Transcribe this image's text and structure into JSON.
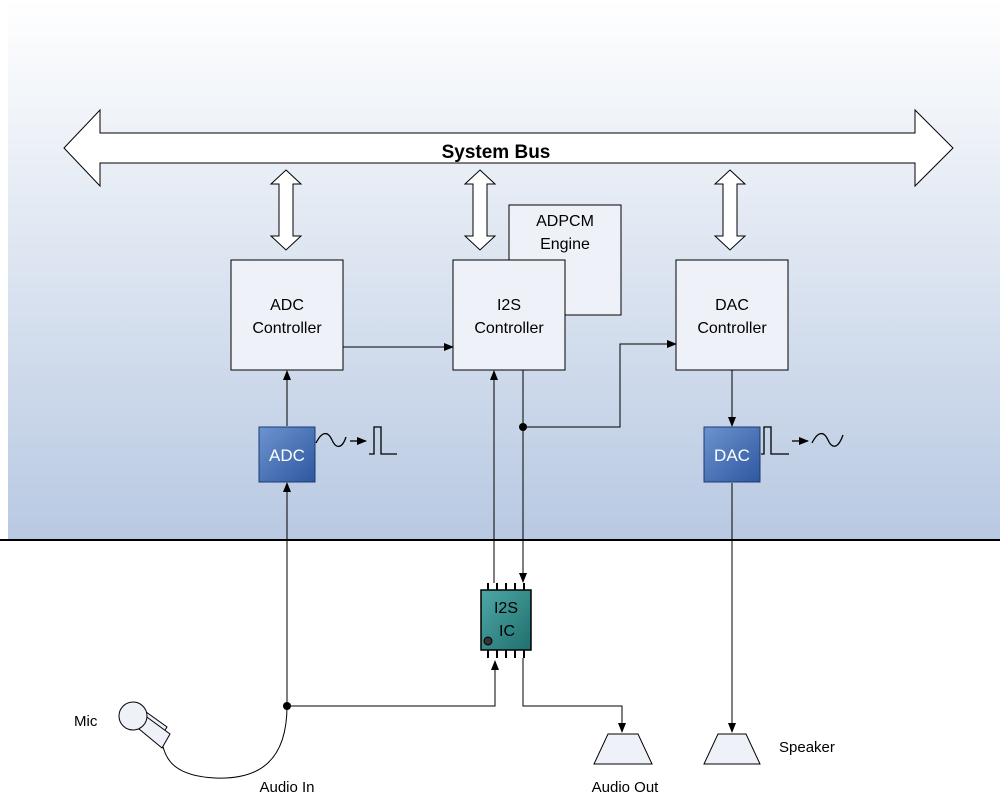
{
  "bus": {
    "label": "System Bus"
  },
  "blocks": {
    "adc_controller": {
      "line1": "ADC",
      "line2": "Controller"
    },
    "i2s_controller": {
      "line1": "I2S",
      "line2": "Controller"
    },
    "dac_controller": {
      "line1": "DAC",
      "line2": "Controller"
    },
    "adpcm_engine": {
      "line1": "ADPCM",
      "line2": "Engine"
    }
  },
  "converters": {
    "adc": {
      "label": "ADC"
    },
    "dac": {
      "label": "DAC"
    }
  },
  "chip": {
    "line1": "I2S",
    "line2": "IC"
  },
  "external": {
    "mic_label": "Mic",
    "audio_in_label": "Audio In",
    "audio_out_label": "Audio Out",
    "speaker_label": "Speaker"
  },
  "colors": {
    "gradient_top": "#ffffff",
    "gradient_bottom": "#b8c9e2",
    "block_fill": "#eef2f8",
    "converter_fill_light": "#6d93cf",
    "converter_fill_dark": "#2e57a0",
    "chip_fill_light": "#4fa8a6",
    "chip_fill_dark": "#1f6f6d",
    "line": "#000000"
  }
}
